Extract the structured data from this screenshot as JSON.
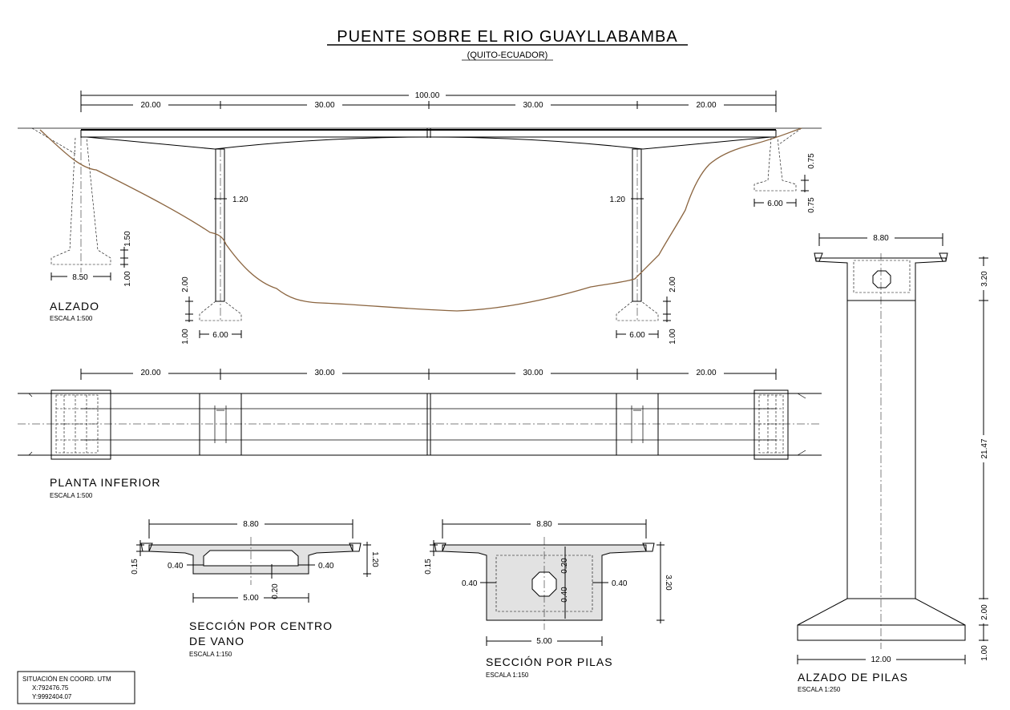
{
  "title": "PUENTE SOBRE EL RIO GUAYLLABAMBA",
  "subtitle": "(QUITO-ECUADOR)",
  "colors": {
    "terrain": "#8b6540",
    "section_fill": "#e2e2e2",
    "ink": "#000000"
  },
  "alzado": {
    "label": "ALZADO",
    "scale": "ESCALA 1:500",
    "dims": {
      "total": "100.00",
      "span1": "20.00",
      "span2": "30.00",
      "span3": "30.00",
      "span4": "20.00",
      "pier_w_left": "1.20",
      "pier_w_right": "1.20",
      "left_abut_h": "1.50",
      "left_abut_base": "1.00",
      "left_abut_w": "8.50",
      "left_pier_h": "2.00",
      "left_pier_base": "1.00",
      "left_pier_w": "6.00",
      "right_pier_h": "2.00",
      "right_pier_base": "1.00",
      "right_pier_w": "6.00",
      "right_abut_h": "0.75",
      "right_abut_base": "0.75",
      "right_abut_w": "6.00"
    }
  },
  "planta": {
    "label": "PLANTA INFERIOR",
    "scale": "ESCALA 1:500",
    "dims": {
      "span1": "20.00",
      "span2": "30.00",
      "span3": "30.00",
      "span4": "20.00"
    }
  },
  "seccion_vano": {
    "label1": "SECCIÓN POR CENTRO",
    "label2": "DE VANO",
    "scale": "ESCALA 1:150",
    "dims": {
      "width": "8.80",
      "flange": "0.15",
      "web_l": "0.40",
      "web_r": "0.40",
      "height": "1.20",
      "bottom_slab": "0.20",
      "bottom_w": "5.00"
    }
  },
  "seccion_pilas": {
    "label": "SECCIÓN POR PILAS",
    "scale": "ESCALA 1:150",
    "dims": {
      "width": "8.80",
      "flange": "0.15",
      "web_l": "0.40",
      "web_r": "0.40",
      "height": "3.20",
      "top_slab": "0.20",
      "bottom_slab": "0.40",
      "bottom_w": "5.00"
    }
  },
  "alzado_pilas": {
    "label": "ALZADO DE PILAS",
    "scale": "ESCALA 1:250",
    "dims": {
      "top_w": "8.80",
      "cap_h": "3.20",
      "shaft_h": "21.47",
      "footing_h": "2.00",
      "base_h": "1.00",
      "base_w": "12.00"
    }
  },
  "situacion": {
    "line1": "SITUACIÓN EN COORD. UTM",
    "x": "X:792476.75",
    "y": "Y:9992404.07"
  }
}
